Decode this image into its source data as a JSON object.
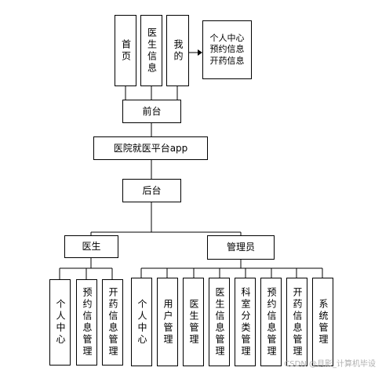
{
  "front_pages": [
    "首页",
    "医生信息",
    "我的"
  ],
  "my_items": "个人中心\n预约信息\n开药信息",
  "frontend": "前台",
  "app": "医院就医平台app",
  "backend": "后台",
  "roles": {
    "doctor": "医生",
    "admin": "管理员"
  },
  "doctor_modules": [
    "个人中心",
    "预约信息管理",
    "开药信息管理"
  ],
  "admin_modules": [
    "个人中心",
    "用户管理",
    "医生管理",
    "医生信息管理",
    "科室分类管理",
    "预约信息管理",
    "开药信息管理",
    "系统管理"
  ],
  "watermark": "CSDN @月影_计算机毕设"
}
